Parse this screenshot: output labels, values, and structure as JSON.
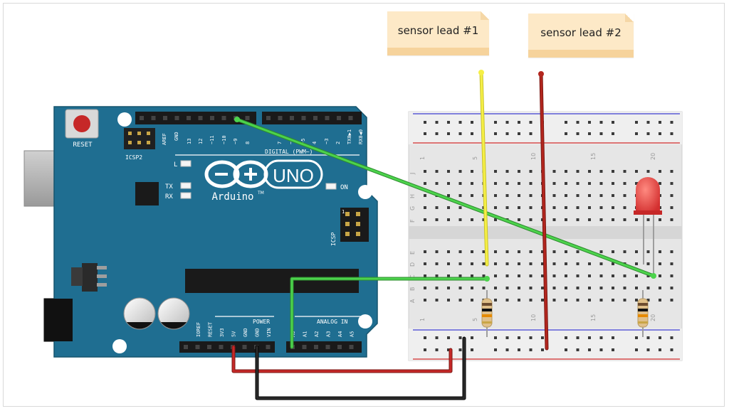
{
  "notes": {
    "lead1": "sensor lead #1",
    "lead2": "sensor lead #2"
  },
  "arduino": {
    "logo": "UNO",
    "brand": "Arduino",
    "trademark": "TM",
    "reset_label": "RESET",
    "icsp2_label": "ICSP2",
    "icsp_label": "ICSP",
    "aref": "AREF",
    "gnd": "GND",
    "digital_pins": [
      "13",
      "12",
      "~11",
      "~10",
      "~9",
      "8",
      "7",
      "~6",
      "~5",
      "4",
      "~3",
      "2",
      "TX0▶1",
      "RX0◀0"
    ],
    "digital_label": "DIGITAL (PWM~)",
    "led_l": "L",
    "led_tx": "TX",
    "led_rx": "RX",
    "led_on": "ON",
    "power_label": "POWER",
    "analog_label": "ANALOG IN",
    "power_pins": [
      "IOREF",
      "RESET",
      "3V3",
      "5V",
      "GND",
      "GND",
      "VIN"
    ],
    "analog_pins": [
      "A0",
      "A1",
      "A2",
      "A3",
      "A4",
      "A5"
    ],
    "icsp_pin_1": "1"
  },
  "breadboard": {
    "column_numbers": [
      "1",
      "5",
      "10",
      "15",
      "20"
    ],
    "row_letters_top": [
      "J",
      "I",
      "H",
      "G",
      "F"
    ],
    "row_letters_bottom": [
      "E",
      "D",
      "C",
      "B",
      "A"
    ]
  },
  "colors": {
    "board": "#1f6e91",
    "wire_green": "#3fbf3f",
    "wire_red": "#b3261e",
    "wire_yellow": "#f2ec3a",
    "wire_black": "#1a1a1a",
    "led_red": "#e53935",
    "note_bg": "#fde9c7"
  }
}
